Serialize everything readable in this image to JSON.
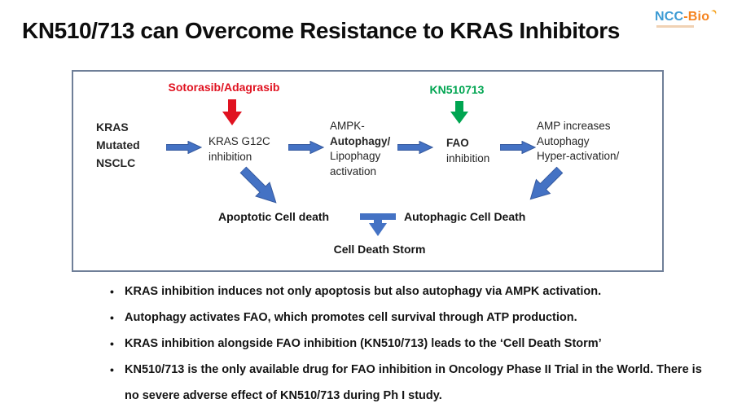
{
  "title": "KN510/713 can Overcome Resistance to KRAS Inhibitors",
  "logo": {
    "name_blue": "NCC",
    "name_orange": "-Bio"
  },
  "diagram": {
    "red_inhibitor_label": "Sotorasib/Adagrasib",
    "green_inhibitor_label": "KN510713",
    "start_node": {
      "l1": "KRAS",
      "l2": "Mutated",
      "l3": "NSCLC"
    },
    "kras_node": {
      "l1": "KRAS G12C",
      "l2": "inhibition"
    },
    "ampk_node": {
      "l1": "AMPK-",
      "l2": "Autophagy/",
      "l3": "Lipophagy",
      "l4": "activation"
    },
    "fao_node": {
      "l1": "FAO",
      "l2": "inhibition"
    },
    "amp_node": {
      "l1": "AMP increases",
      "l2": "Autophagy",
      "l3": "Hyper-activation/"
    },
    "apoptotic_label": "Apoptotic Cell death",
    "autophagic_label": "Autophagic Cell Death",
    "storm_label": "Cell Death Storm"
  },
  "bullets": [
    "KRAS inhibition induces not only apoptosis but also autophagy via AMPK activation.",
    "Autophagy activates FAO, which promotes cell survival through ATP production.",
    "KRAS inhibition alongside FAO inhibition (KN510/713) leads to the ‘Cell Death Storm’",
    "KN510/713 is the only available drug for FAO inhibition in Oncology Phase II Trial in the World. There is no severe adverse effect of KN510/713 during Ph I study."
  ],
  "icons": {
    "right-arrow-icon": "→",
    "down-arrow-red-icon": "↓",
    "down-arrow-green-icon": "↓",
    "diagonal-arrow-down-right-icon": "↘",
    "diagonal-arrow-down-left-icon": "↙",
    "merge-down-arrow-icon": "⊤↓",
    "logo-sparkle-icon": "✧"
  },
  "colors": {
    "arrow_blue": "#4472C4",
    "arrow_blue_outline": "#35599E",
    "inhibitor_red": "#E01220",
    "inhibitor_green": "#00A551",
    "box_border": "#6F7F98",
    "logo_blue": "#3D9BD4",
    "logo_orange": "#F5831F",
    "text": "#1F1F1F"
  }
}
